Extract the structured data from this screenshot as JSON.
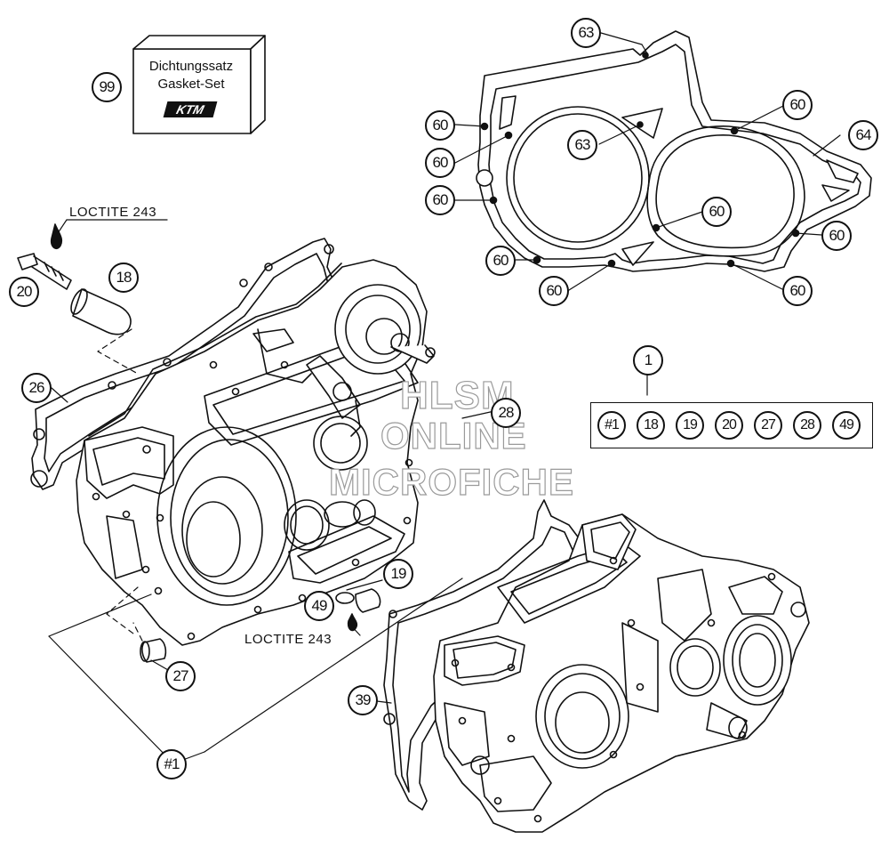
{
  "kit": {
    "line1": "Dichtungssatz",
    "line2": "Gasket-Set",
    "brand": "KTM",
    "callout": "99"
  },
  "loctite": {
    "top": "LOCTITE 243",
    "bottom": "LOCTITE 243"
  },
  "callouts": {
    "c20": "20",
    "c18": "18",
    "c26": "26",
    "c28": "28",
    "c19": "19",
    "c49": "49",
    "c27": "27",
    "c39": "39",
    "c_set": "#1",
    "c63a": "63",
    "c63b": "63",
    "c64": "64",
    "c60a": "60",
    "c60b": "60",
    "c60c": "60",
    "c60d": "60",
    "c60e": "60",
    "c60f": "60",
    "c60g": "60",
    "c60h": "60",
    "c60i": "60",
    "c1": "1"
  },
  "set_contents": [
    "#1",
    "18",
    "19",
    "20",
    "27",
    "28",
    "49"
  ],
  "watermark": {
    "line1": "HLSM",
    "line2": "ONLINE",
    "line3": "MICROFICHE"
  }
}
